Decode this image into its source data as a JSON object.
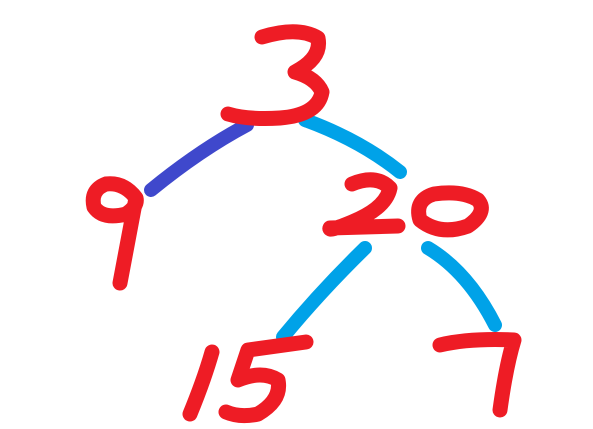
{
  "tree": {
    "nodes": [
      {
        "id": "n3",
        "value": "3"
      },
      {
        "id": "n9",
        "value": "9"
      },
      {
        "id": "n20",
        "value": "20"
      },
      {
        "id": "n15",
        "value": "15"
      },
      {
        "id": "n7",
        "value": "7"
      }
    ],
    "edges": [
      {
        "from": "3",
        "to": "9",
        "color": "#3f48cc"
      },
      {
        "from": "3",
        "to": "20",
        "color": "#00a2e8"
      },
      {
        "from": "20",
        "to": "15",
        "color": "#00a2e8"
      },
      {
        "from": "20",
        "to": "7",
        "color": "#00a2e8"
      }
    ],
    "node_color": "#ee1c25"
  }
}
